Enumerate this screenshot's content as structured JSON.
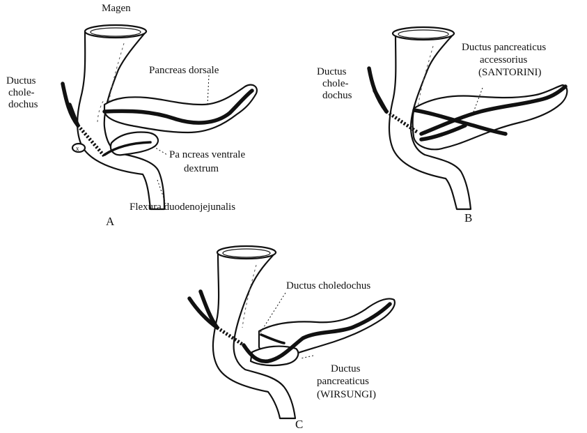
{
  "panel_a": {
    "letter": "A",
    "label_magen": "Magen",
    "label_ductus_lines": [
      "Ductus",
      "chole-",
      "dochus"
    ],
    "label_pancreas_dorsale": "Pancreas dorsale",
    "label_pancreas_ventrale_lines": [
      "Pa ncreas ventrale",
      "dextrum"
    ],
    "label_flexura": "Flexura duodenojejunalis",
    "small_mark": "x"
  },
  "panel_b": {
    "letter": "B",
    "label_ductus_lines": [
      "Ductus",
      "chole-",
      "dochus"
    ],
    "label_accessorius_lines": [
      "Ductus pancreaticus",
      "accessorius",
      "(SANTORINI)"
    ]
  },
  "panel_c": {
    "letter": "C",
    "label_choledochus": "Ductus choledochus",
    "label_wirsungi_lines": [
      "Ductus",
      "pancreaticus",
      "(WIRSUNGI)"
    ]
  }
}
